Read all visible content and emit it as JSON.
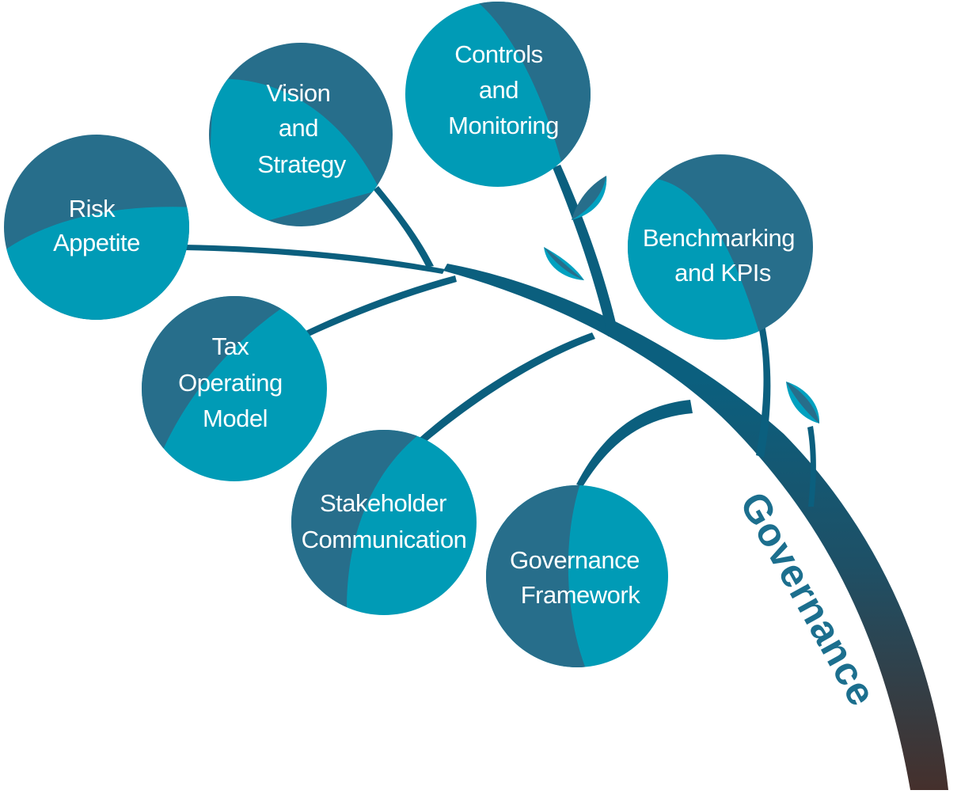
{
  "colors": {
    "circle_dark": "#276E8B",
    "circle_light": "#009BB6",
    "branch": "#0B5F7E",
    "trunk_top": "#0B5F7E",
    "trunk_bottom": "#44312E",
    "leaf_dark": "#276E8B",
    "leaf_light": "#00A1C0",
    "label": "#FFFFFF",
    "trunk_label": "#1C6F8E"
  },
  "trunk_label": "Governance",
  "nodes": [
    {
      "id": "risk-appetite",
      "lines": [
        "Risk",
        "Appetite"
      ]
    },
    {
      "id": "vision-strategy",
      "lines": [
        "Vision",
        "and",
        "Strategy"
      ]
    },
    {
      "id": "controls-monitoring",
      "lines": [
        "Controls",
        "and",
        "Monitoring"
      ]
    },
    {
      "id": "benchmarking-kpis",
      "lines": [
        "Benchmarking",
        "and KPIs"
      ]
    },
    {
      "id": "tax-operating-model",
      "lines": [
        "Tax",
        "Operating",
        "Model"
      ]
    },
    {
      "id": "stakeholder-communication",
      "lines": [
        "Stakeholder",
        "Communication"
      ]
    },
    {
      "id": "governance-framework",
      "lines": [
        "Governance",
        "Framework"
      ]
    }
  ]
}
